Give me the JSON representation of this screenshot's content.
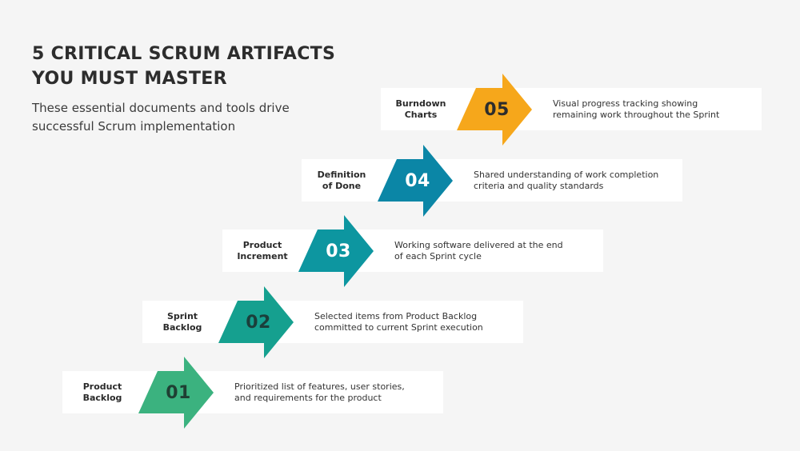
{
  "header": {
    "title_lines": [
      "5 CRITICAL SCRUM ARTIFACTS",
      "YOU MUST MASTER"
    ],
    "subtitle_lines": [
      "These essential documents and tools drive",
      "successful Scrum implementation"
    ]
  },
  "steps": [
    {
      "number": "01",
      "name_lines": [
        "Product",
        "Backlog"
      ],
      "desc_lines": [
        "Prioritized list of features, user stories,",
        "and requirements for the product"
      ],
      "color": "#3bb27f",
      "number_color": "#1f3f33"
    },
    {
      "number": "02",
      "name_lines": [
        "Sprint",
        "Backlog"
      ],
      "desc_lines": [
        "Selected items from Product Backlog",
        "committed to current Sprint execution"
      ],
      "color": "#15a08f",
      "number_color": "#1b3f3b"
    },
    {
      "number": "03",
      "name_lines": [
        "Product",
        "Increment"
      ],
      "desc_lines": [
        "Working software delivered at the end",
        "of each Sprint cycle"
      ],
      "color": "#0d96a0",
      "number_color": "#ffffff"
    },
    {
      "number": "04",
      "name_lines": [
        "Definition",
        "of Done"
      ],
      "desc_lines": [
        "Shared understanding of work completion",
        "criteria and quality standards"
      ],
      "color": "#0b86a6",
      "number_color": "#ffffff"
    },
    {
      "number": "05",
      "name_lines": [
        "Burndown",
        "Charts"
      ],
      "desc_lines": [
        "Visual progress tracking showing",
        "remaining work throughout the Sprint"
      ],
      "color": "#f6a71b",
      "number_color": "#2d2d2d"
    }
  ]
}
